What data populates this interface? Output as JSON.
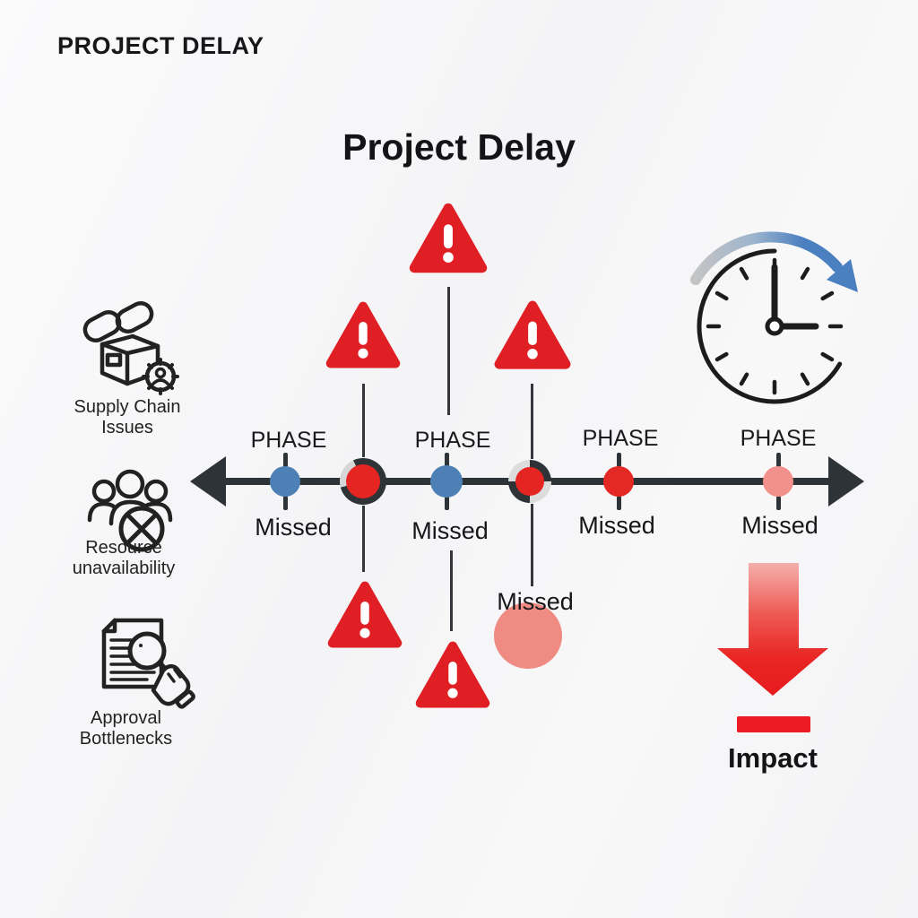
{
  "header": {
    "corner_title": "PROJECT DELAY",
    "main_title": "Project Delay"
  },
  "causes": {
    "items": [
      {
        "label": "Supply Chain\nIssues",
        "icon": "chain-box-gear-icon"
      },
      {
        "label": "Resource\nunavailability",
        "icon": "people-unavailable-icon"
      },
      {
        "label": "Approval\nBottlenecks",
        "icon": "document-review-hand-icon"
      }
    ]
  },
  "timeline": {
    "orientation": "horizontal-double-arrow",
    "milestones": [
      {
        "phase": "PHASE",
        "status": "Missed",
        "dot_color": "#4d80b4",
        "ring": false
      },
      {
        "phase": "",
        "status": "",
        "dot_color": "#e52521",
        "ring": true
      },
      {
        "phase": "PHASE",
        "status": "Missed",
        "dot_color": "#4d80b4",
        "ring": false
      },
      {
        "phase": "",
        "status": "",
        "dot_color": "#e52521",
        "ring": true
      },
      {
        "phase": "PHASE",
        "status": "Missed",
        "dot_color": "#e42824",
        "ring": false
      },
      {
        "phase": "PHASE",
        "status": "Missed",
        "dot_color": "#f2918c",
        "ring": false
      }
    ],
    "floating_status": "Missed",
    "warning_triangle_count": 5
  },
  "impact": {
    "label": "Impact"
  },
  "colors": {
    "alert_red": "#e01f24",
    "timeline_dark": "#2e3338",
    "dot_blue": "#4d80b4",
    "dot_red": "#e42824",
    "dot_pink": "#f2918c",
    "impact_red": "#ed1c24",
    "clock_arrow_blue": "#4a7fc0",
    "background": "#f6f6f8"
  }
}
